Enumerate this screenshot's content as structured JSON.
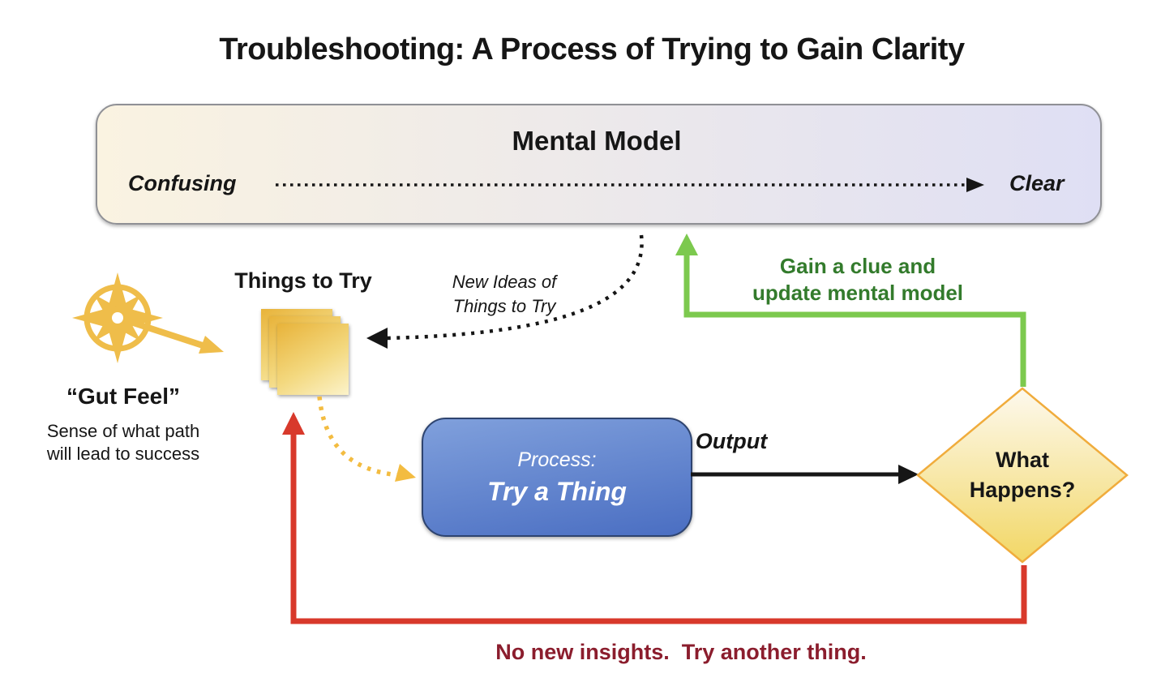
{
  "title": "Troubleshooting: A Process of Trying to Gain Clarity",
  "mental_model": {
    "title": "Mental Model",
    "left_label": "Confusing",
    "right_label": "Clear"
  },
  "things_to_try": {
    "label": "Things to Try",
    "icon": "sticky-notes-stack"
  },
  "gut_feel": {
    "label": "“Gut Feel”",
    "description_line1": "Sense of what path",
    "description_line2": "will lead to success",
    "icon": "compass-icon"
  },
  "new_ideas_label": {
    "line1": "New Ideas of",
    "line2": "Things to Try"
  },
  "process": {
    "prefix": "Process:",
    "label": "Try a Thing"
  },
  "output_label": "Output",
  "decision": {
    "line1": "What",
    "line2": "Happens?"
  },
  "gain_clue_label": {
    "line1": "Gain a clue and",
    "line2": "update mental model"
  },
  "no_insights_label": "No new insights.  Try another thing.",
  "colors": {
    "ink": "#161616",
    "gold": "#efbd4a",
    "yellow-arrow": "#f3bc41",
    "mental-from": "#faf3e1",
    "mental-to": "#dfdff4",
    "process-from": "#80a0dc",
    "process-to": "#4a6ec2",
    "process-border": "#2e4470",
    "diamond-from": "#fdf9ee",
    "diamond-to": "#f2d765",
    "diamond-border": "#f0ac3c",
    "green": "#7cc94e",
    "green-text": "#337b2c",
    "red": "#d8392b",
    "maroon": "#8b1d2d"
  }
}
